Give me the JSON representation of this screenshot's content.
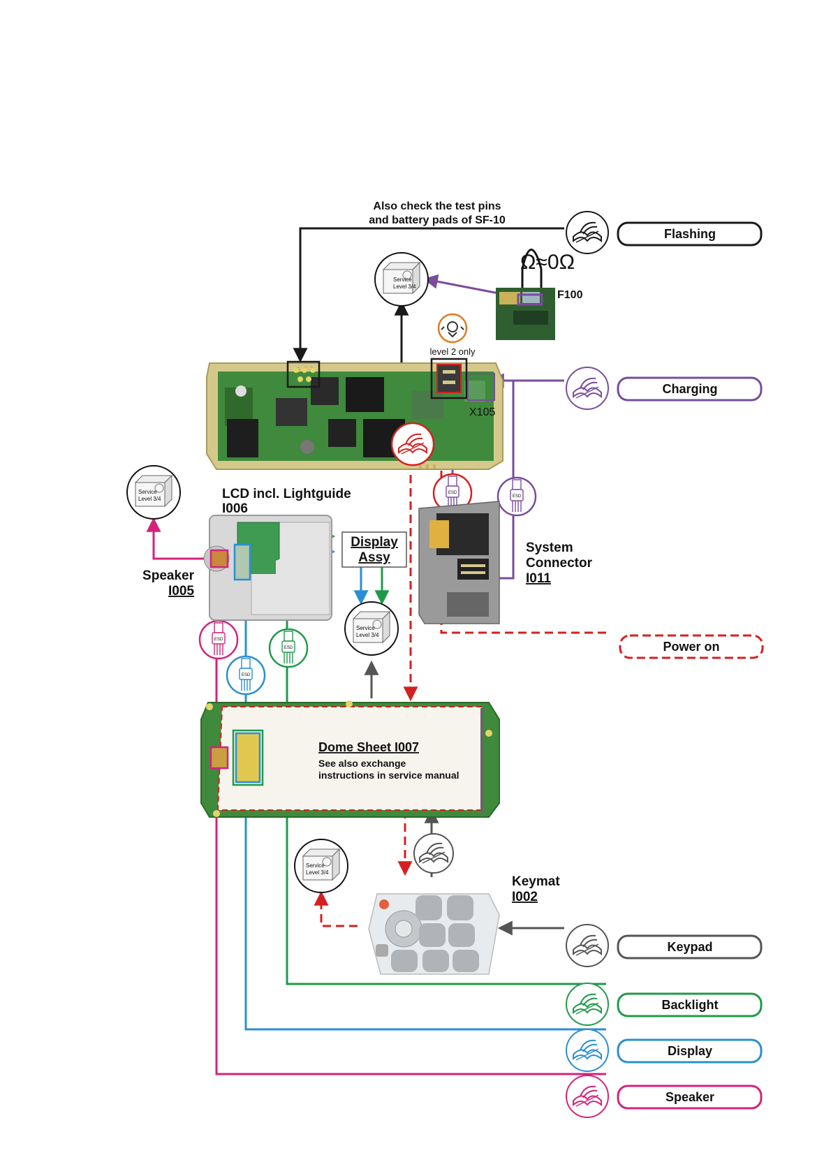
{
  "notes": {
    "test_pins_line1": "Also check the  test pins",
    "test_pins_line2": "and battery pads of SF-10",
    "ohm": "Ω≈0Ω",
    "level2": "level 2 only"
  },
  "refs": {
    "f100": "F100",
    "x105": "X105"
  },
  "service_box": {
    "line1": "Service",
    "line2": "Level 3/4"
  },
  "esd": "ESD",
  "components": {
    "lcd_line1": "LCD incl. Lightguide",
    "lcd_line2": "I006",
    "speaker_line1": "Speaker",
    "speaker_line2": "I005",
    "display_assy_line1": "Display",
    "display_assy_line2": "Assy",
    "system_connector_line1": "System",
    "system_connector_line2": "Connector",
    "system_connector_line3": "I011",
    "dome_sheet_title": "Dome Sheet I007",
    "dome_sheet_note1": "See also exchange",
    "dome_sheet_note2": "instructions in service manual",
    "keymat_line1": "Keymat",
    "keymat_line2": "I002"
  },
  "symptoms": {
    "flashing": "Flashing",
    "charging": "Charging",
    "power_on": "Power on",
    "keypad": "Keypad",
    "backlight": "Backlight",
    "display": "Display",
    "speaker": "Speaker"
  },
  "colors": {
    "black": "#1a1a1a",
    "purple": "#7a4c9c",
    "red": "#d42020",
    "pink": "#d4237a",
    "green": "#1f9a4a",
    "blue": "#2a8fd0",
    "gray": "#555555",
    "orange": "#e07a20",
    "pcb": "#3f8a3c"
  }
}
